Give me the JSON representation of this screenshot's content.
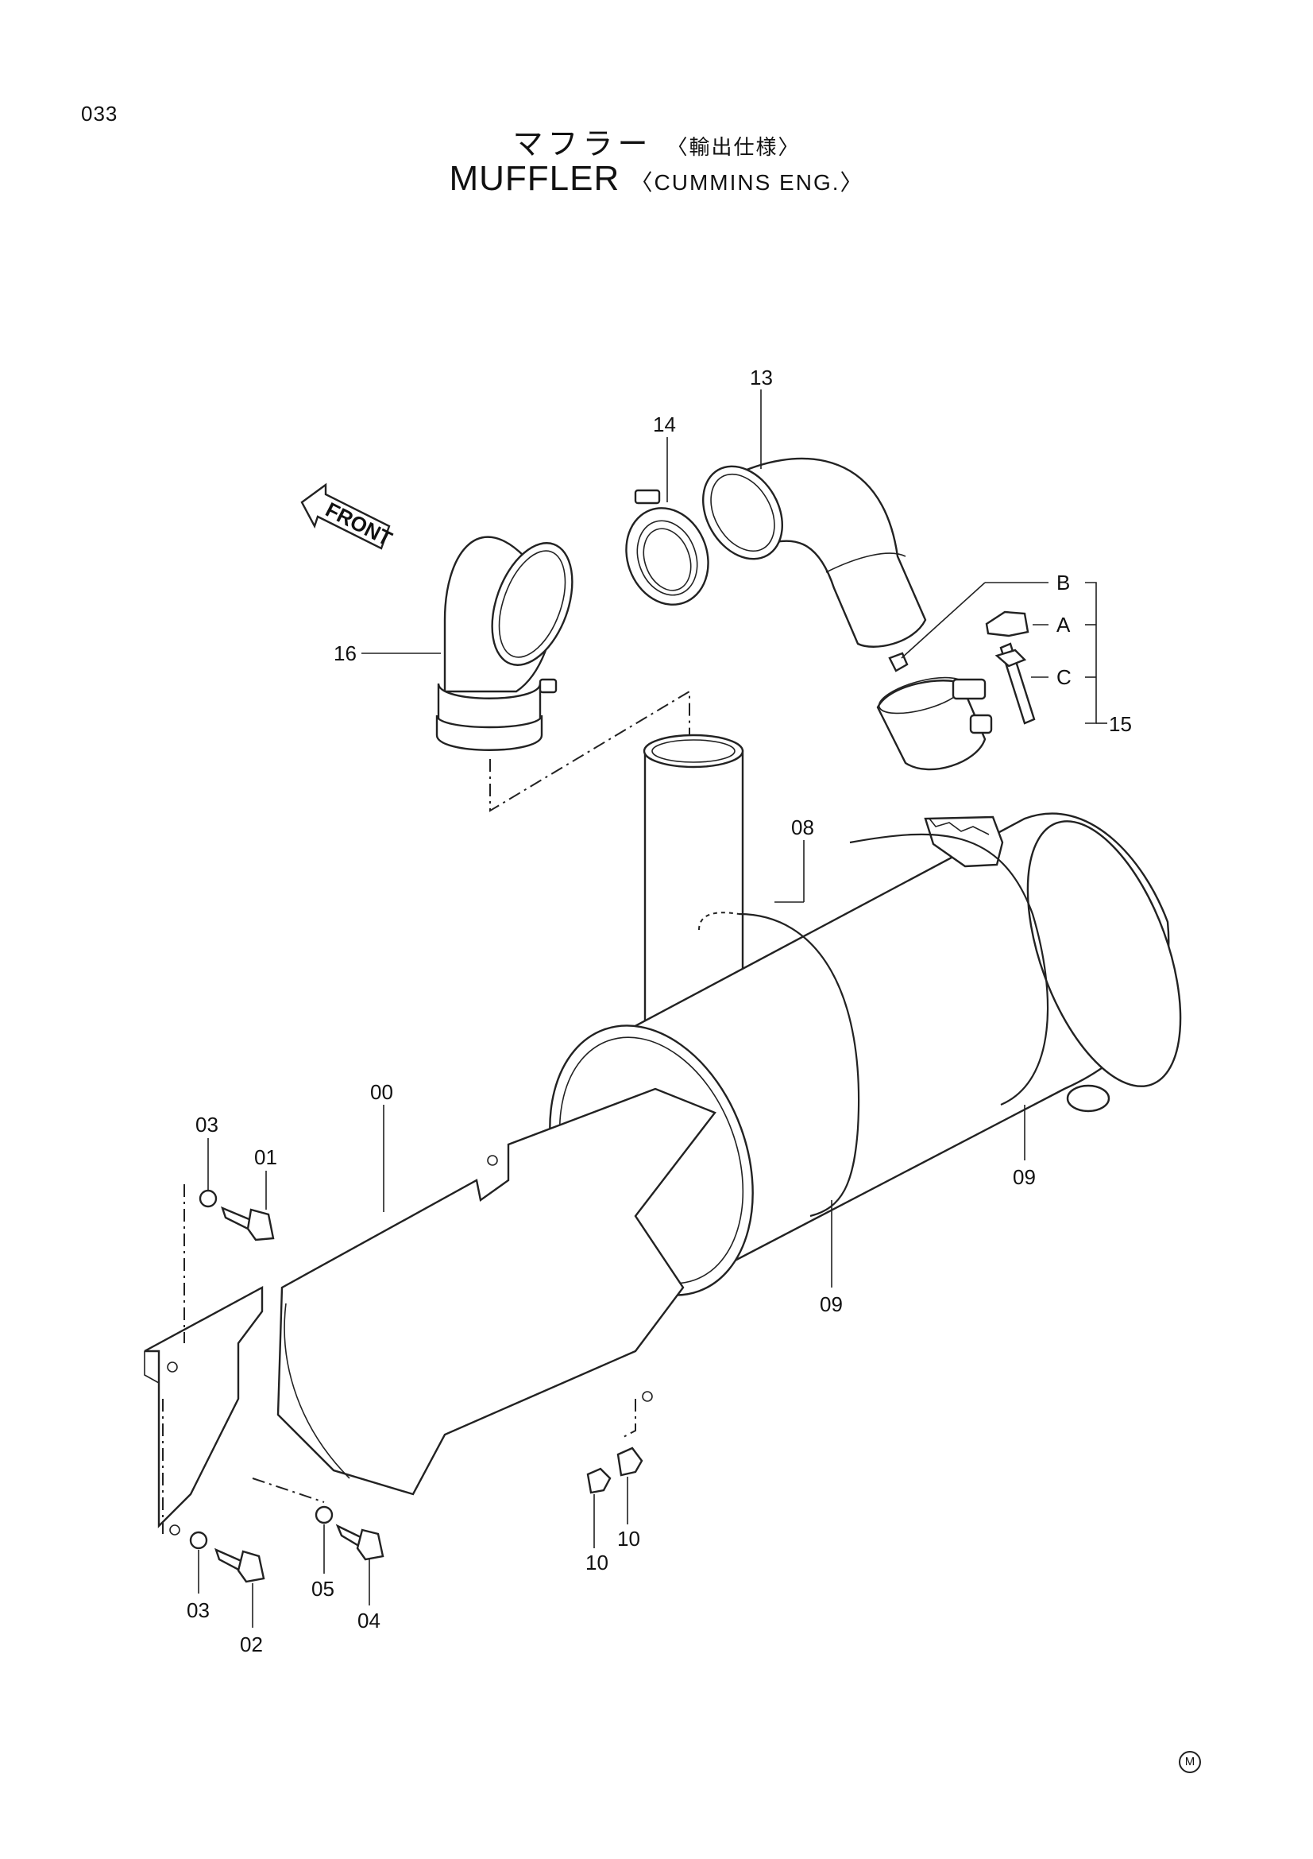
{
  "page": {
    "number": "033"
  },
  "title": {
    "jp_main": "マフラー",
    "jp_sub": "〈輸出仕様〉",
    "en_main": "MUFFLER",
    "en_sub": "〈CUMMINS ENG.〉"
  },
  "front_arrow": {
    "label": "FRONT"
  },
  "callouts": {
    "c13": "13",
    "c14": "14",
    "c16": "16",
    "cB": "B",
    "cA": "A",
    "cC": "C",
    "c15": "15",
    "c08": "08",
    "c00": "00",
    "c03a": "03",
    "c01": "01",
    "c09a": "09",
    "c09b": "09",
    "c10a": "10",
    "c10b": "10",
    "c03b": "03",
    "c02": "02",
    "c05": "05",
    "c04": "04"
  },
  "footer": {
    "mark": "M"
  }
}
